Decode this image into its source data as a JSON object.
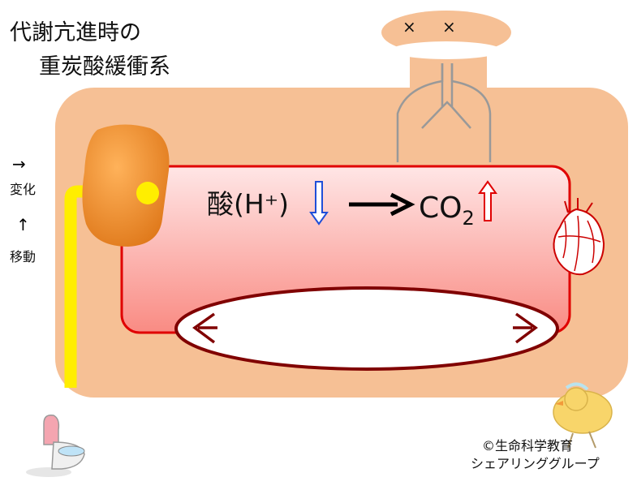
{
  "title": {
    "line1": "代謝亢進時の",
    "line2": "重炭酸緩衝系"
  },
  "legend": {
    "change_arrow": "→",
    "change_label": "変化",
    "move_arrow": "↑",
    "move_label": "移動"
  },
  "equation": {
    "acid_label": "酸(H⁺)",
    "co2_text": "CO",
    "co2_subscript": "2",
    "acid_direction": "down",
    "co2_direction": "up"
  },
  "lungs": {
    "eye_left": "×",
    "eye_right": "×"
  },
  "credit": {
    "line1": "©生命科学教育",
    "line2": "シェアリンググループ"
  },
  "colors": {
    "body": "#f6c095",
    "vessel_fill_top": "#ffe3e3",
    "vessel_fill_bottom": "#fa8a82",
    "vessel_stroke": "#e00000",
    "kidney": "#f28f2f",
    "ureter": "#ffee00",
    "capillary_stroke": "#800000",
    "down_arrow": "#1f4fd8",
    "up_arrow": "#e00000"
  }
}
